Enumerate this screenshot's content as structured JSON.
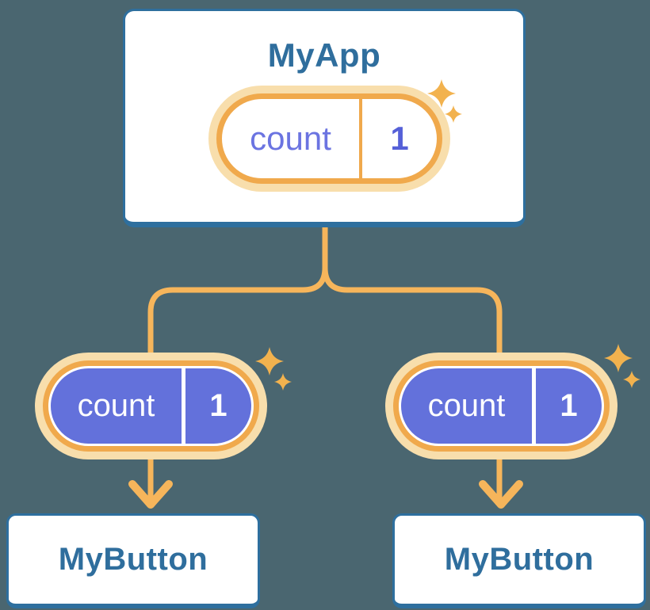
{
  "diagram": {
    "root": {
      "title": "MyApp",
      "state_pill": {
        "label": "count",
        "value": "1"
      }
    },
    "children": [
      {
        "title": "MyButton",
        "prop_pill": {
          "label": "count",
          "value": "1"
        }
      },
      {
        "title": "MyButton",
        "prop_pill": {
          "label": "count",
          "value": "1"
        }
      }
    ]
  },
  "icons": {
    "sparkle": "four-point-star",
    "arrow": "chevron-down-arrow"
  },
  "colors": {
    "background": "#4A6670",
    "card_fill": "#FFFFFF",
    "card_border_blue": "#2E6F9E",
    "title_blue": "#2F6E9D",
    "connector_orange": "#F6B55B",
    "pill_border_orange": "#F0A94C",
    "pill_glow_cream": "#F8DEAC",
    "pill_fill_indigo": "#6371DB",
    "state_label_indigo": "#6B74E1",
    "state_value_indigo": "#5560D8",
    "sparkle_orange": "#F2B24E"
  }
}
